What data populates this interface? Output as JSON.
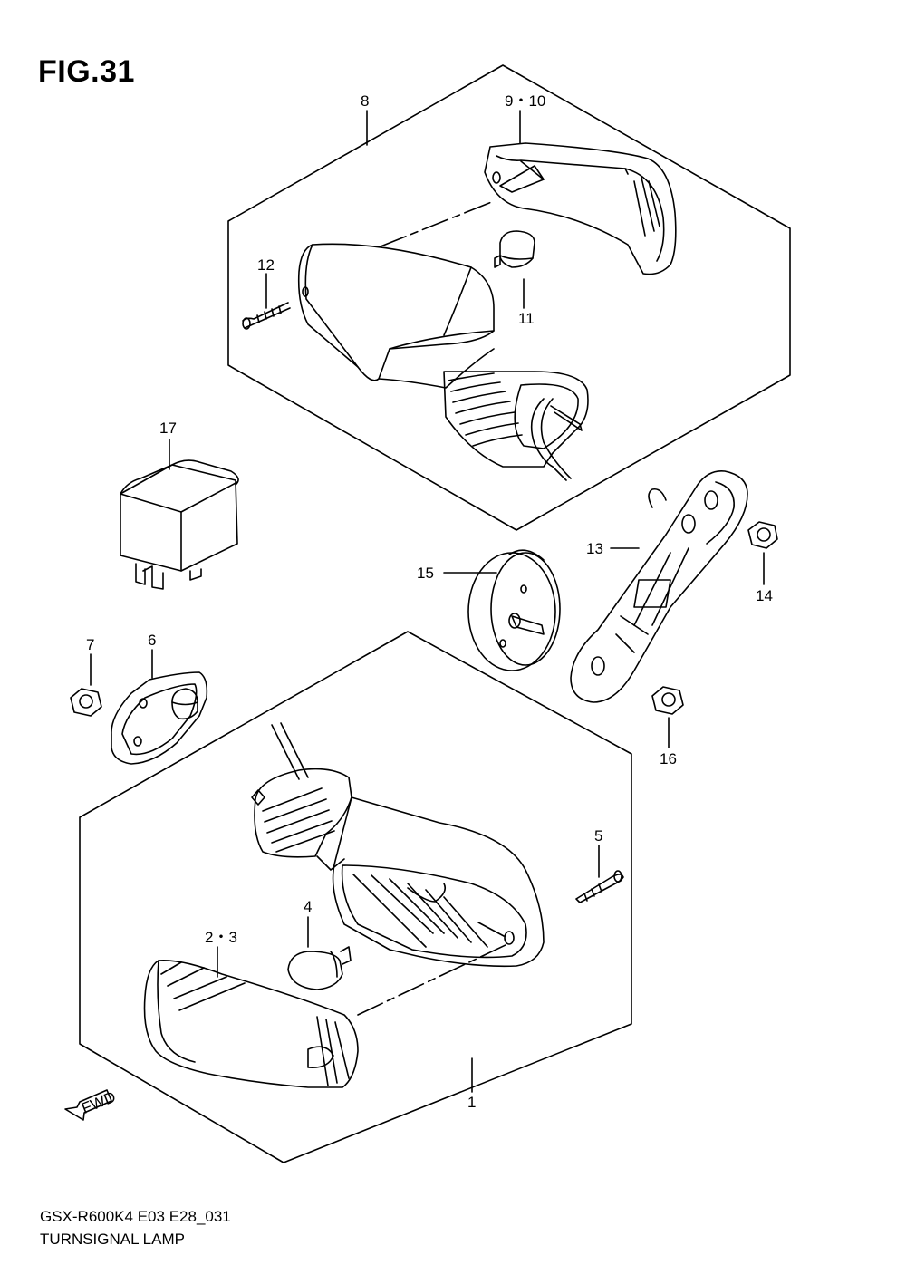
{
  "figure": {
    "title": "FIG.31"
  },
  "callouts": {
    "c1": "1",
    "c2_3": "2・3",
    "c4": "4",
    "c5": "5",
    "c6": "6",
    "c7": "7",
    "c8": "8",
    "c9_10": "9・10",
    "c11": "11",
    "c12": "12",
    "c13": "13",
    "c14": "14",
    "c15": "15",
    "c16": "16",
    "c17": "17"
  },
  "fwd_label": "FWD",
  "footer": {
    "model_code": "GSX-R600K4  E03  E28_031",
    "caption": "TURNSIGNAL LAMP"
  }
}
